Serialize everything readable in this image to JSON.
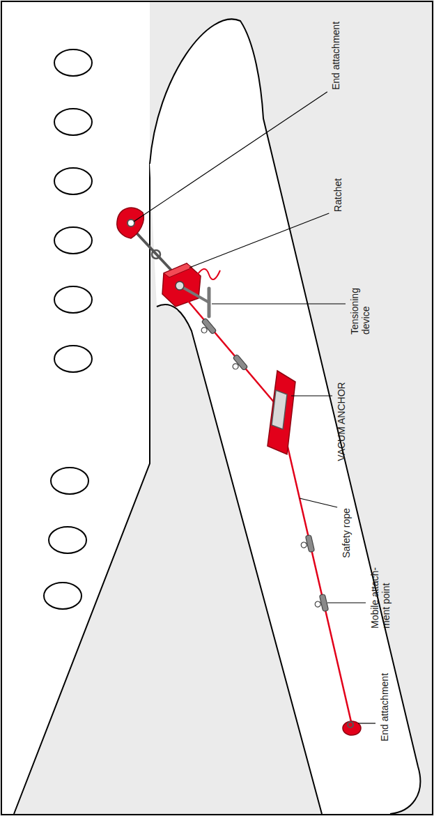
{
  "diagram": {
    "labels": [
      "End attachment",
      "Ratchet",
      "Tensioning device",
      "VACUM ANCHOR",
      "Safety rope",
      "Mobile attach- ment point",
      "End attachment"
    ]
  }
}
